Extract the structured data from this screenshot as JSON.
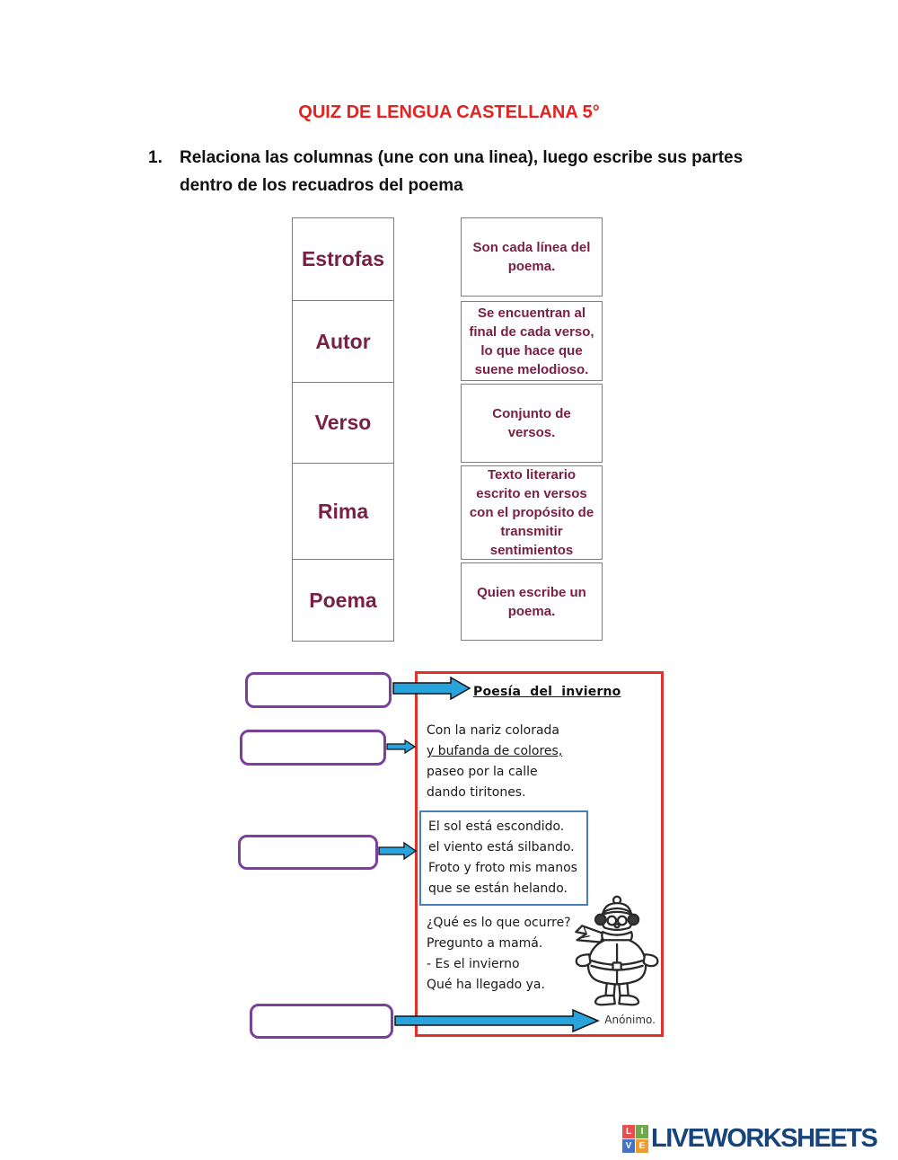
{
  "title": "QUIZ DE LENGUA CASTELLANA 5°",
  "instruction": {
    "number": "1.",
    "line1": "Relaciona las columnas (une con una linea), luego escribe sus partes",
    "line2": "dentro de los recuadros del poema"
  },
  "matching": {
    "terms": [
      "Estrofas",
      "Autor",
      "Verso",
      "Rima",
      "Poema"
    ],
    "definitions": [
      "Son cada línea del poema.",
      "Se encuentran al final de cada verso, lo que hace que suene melodioso.",
      "Conjunto de versos.",
      "Texto literario escrito en versos con el propósito de transmitir sentimientos",
      "Quien escribe un poema."
    ]
  },
  "poem": {
    "title": "Poesía del invierno",
    "stanza1": [
      "Con la nariz colorada",
      "y bufanda de colores,",
      "paseo por la calle",
      "dando tiritones."
    ],
    "stanza2": [
      "El sol está escondido.",
      "el viento está silbando.",
      "Froto y froto mis manos",
      "que se están helando."
    ],
    "stanza3": [
      "¿Qué es lo que ocurre?",
      "Pregunto a mamá.",
      "- Es el invierno",
      "Qué ha llegado ya."
    ],
    "author": "Anónimo."
  },
  "colors": {
    "title_red": "#e32222",
    "matching_text_maroon": "#7a2045",
    "poem_border_red": "#e0312a",
    "stanza2_border_blue": "#4a7ebb",
    "answer_box_purple": "#7b3f9e",
    "arrow_blue": "#29a3dc",
    "logo_navy": "#17457b"
  },
  "footer": {
    "logo_text": "LIVEWORKSHEETS",
    "tiles": [
      {
        "letter": "L",
        "color": "#e94f51"
      },
      {
        "letter": "I",
        "color": "#6fa84f"
      },
      {
        "letter": "V",
        "color": "#4472c4"
      },
      {
        "letter": "E",
        "color": "#ed9b33"
      }
    ]
  }
}
